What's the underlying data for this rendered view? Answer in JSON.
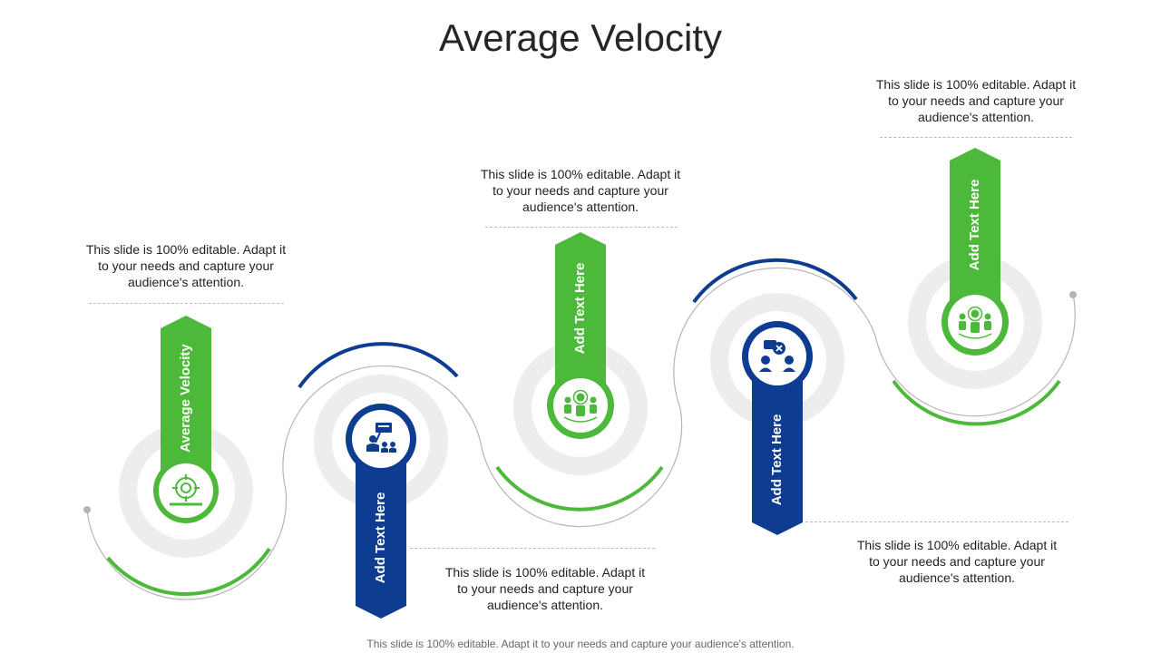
{
  "title": "Average Velocity",
  "footer": "This slide is 100% editable. Adapt it to your needs and capture your audience's attention.",
  "colors": {
    "green": "#4CB93A",
    "blue": "#0D3C91",
    "ring": "#EDEDED",
    "connector": "#B5B5B5"
  },
  "steps": [
    {
      "label": "Average Velocity",
      "icon": "target-icon",
      "color": "green",
      "description": "This slide is 100% editable. Adapt it to your needs and capture your audience's attention."
    },
    {
      "label": "Add Text Here",
      "icon": "presenter-audience-icon",
      "color": "blue",
      "description": "This slide is 100% editable. Adapt it to your needs and capture your audience's attention."
    },
    {
      "label": "Add Text Here",
      "icon": "team-group-icon",
      "color": "green",
      "description": "This slide is 100% editable. Adapt it to your needs and capture your audience's attention."
    },
    {
      "label": "Add Text Here",
      "icon": "discussion-icon",
      "color": "blue",
      "description": "This slide is 100% editable. Adapt it to your needs and capture your audience's attention."
    },
    {
      "label": "Add Text Here",
      "icon": "team-group-icon",
      "color": "green",
      "description": "This slide is 100% editable. Adapt it to your needs and capture your audience's attention."
    }
  ]
}
